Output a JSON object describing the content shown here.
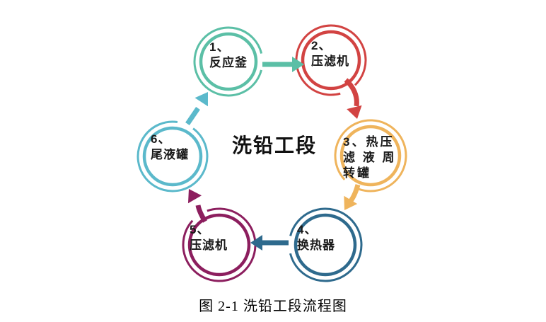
{
  "title": "洗铅工段",
  "caption": "图 2-1 洗铅工段流程图",
  "nodes": [
    {
      "lines": [
        "1、",
        "反应釜"
      ],
      "color": "#5bbfa6"
    },
    {
      "lines": [
        "2、",
        "压滤机"
      ],
      "color": "#d24342"
    },
    {
      "lines": [
        "3、热压",
        "滤 液 周",
        "转罐"
      ],
      "color": "#efb45c"
    },
    {
      "lines": [
        "4、",
        "换热器"
      ],
      "color": "#2e6a8d"
    },
    {
      "lines": [
        "5、",
        "压滤机"
      ],
      "color": "#8c1e5e"
    },
    {
      "lines": [
        "6、",
        "尾液罐"
      ],
      "color": "#5bb9cb"
    }
  ],
  "arrows": [
    {
      "from": "1",
      "to": "2",
      "color": "#5bbfa6"
    },
    {
      "from": "2",
      "to": "3",
      "color": "#d24342"
    },
    {
      "from": "3",
      "to": "4",
      "color": "#efb45c"
    },
    {
      "from": "4",
      "to": "5",
      "color": "#2e6a8d"
    },
    {
      "from": "5",
      "to": "6",
      "color": "#8c1e5e"
    },
    {
      "from": "6",
      "to": "1",
      "color": "#5bb9cb"
    }
  ]
}
